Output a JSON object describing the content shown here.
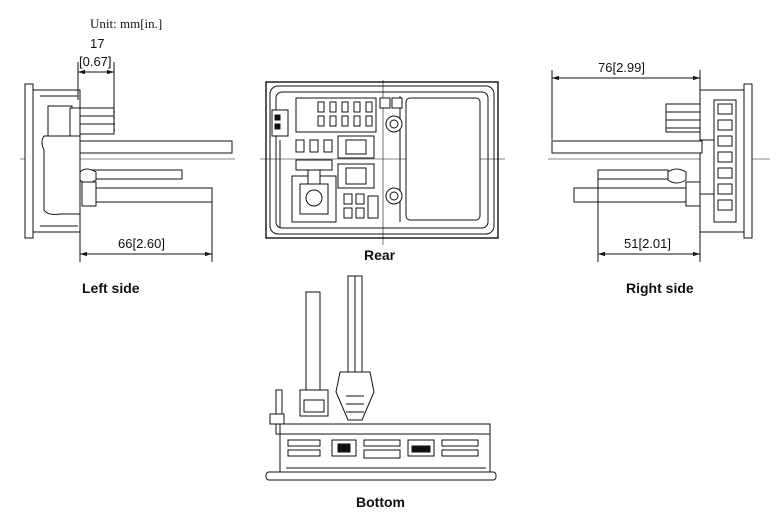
{
  "unit_label": "Unit: mm[in.]",
  "dimensions": {
    "left_top_mm": "17",
    "left_top_in": "[0.67]",
    "left_bottom": "66[2.60]",
    "right_top": "76[2.99]",
    "right_bottom": "51[2.01]"
  },
  "views": {
    "left": "Left side",
    "rear": "Rear",
    "right": "Right side",
    "bottom": "Bottom"
  }
}
